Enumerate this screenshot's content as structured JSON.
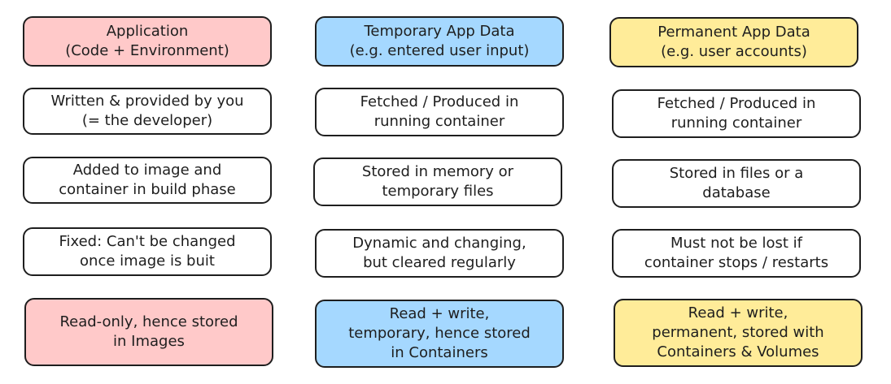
{
  "colors": {
    "application_fill": "#ffc9c9",
    "temporary_fill": "#a5d8ff",
    "permanent_fill": "#ffec99",
    "plain_fill": "#ffffff",
    "stroke": "#1e1e1e"
  },
  "columns": [
    {
      "header": "Application\n(Code + Environment)",
      "rows": [
        "Written & provided by you\n(= the developer)",
        "Added to image and\ncontainer in build phase",
        "Fixed: Can't be changed\nonce image is buit"
      ],
      "footer": "Read-only, hence stored\nin Images"
    },
    {
      "header": "Temporary App Data\n(e.g. entered user input)",
      "rows": [
        "Fetched / Produced in\nrunning container",
        "Stored in memory or\ntemporary files",
        "Dynamic and changing,\nbut cleared regularly"
      ],
      "footer": "Read + write,\ntemporary, hence stored\nin Containers"
    },
    {
      "header": "Permanent App Data\n(e.g. user accounts)",
      "rows": [
        "Fetched / Produced in\nrunning container",
        "Stored in files or a\ndatabase",
        "Must not be lost if\ncontainer stops / restarts"
      ],
      "footer": "Read + write,\npermanent, stored with\nContainers & Volumes"
    }
  ]
}
